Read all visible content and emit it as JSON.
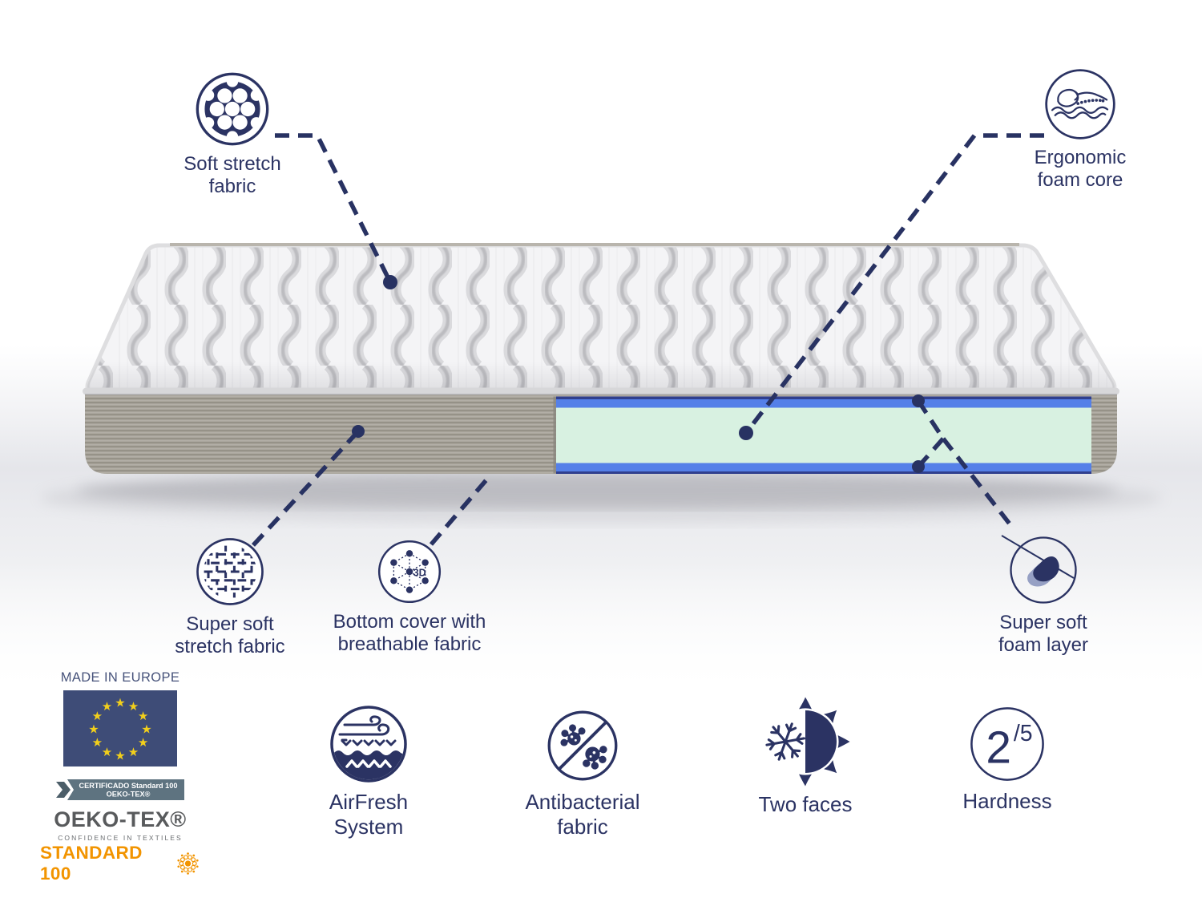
{
  "colors": {
    "navy": "#2b3363",
    "dash_navy": "#283262",
    "mint_core": "#d8f1e1",
    "blue_layer": "#5580e8",
    "blue_layer_dark": "#303f8e",
    "fabric_gray": "#aca89f",
    "fabric_rib": "#938f85",
    "quilt_white": "#f4f4f6",
    "quilt_groove": "#bcbcc0",
    "eu_flag_blue": "#3e4c77",
    "star_yellow": "#f2cf1b",
    "ribbon_slate": "#5e7380",
    "oeko_gray": "#585a5c",
    "oeko_orange": "#f29400",
    "hand_shadow": "#96a0c4"
  },
  "callouts": [
    {
      "id": "soft-stretch-fabric",
      "icon": "fabric-holes-icon",
      "line1": "Soft stretch",
      "line2": "fabric"
    },
    {
      "id": "ergonomic-foam-core",
      "icon": "ergonomic-sleeper-icon",
      "line1": "Ergonomic",
      "line2": "foam core"
    },
    {
      "id": "super-soft-stretch-fabric",
      "icon": "weave-icon",
      "line1": "Super soft",
      "line2": "stretch fabric"
    },
    {
      "id": "bottom-cover",
      "icon": "mesh-3d-icon",
      "icon_label": "3D",
      "line1": "Bottom cover with",
      "line2": "breathable fabric"
    },
    {
      "id": "super-soft-foam-layer",
      "icon": "hand-press-icon",
      "line1": "Super soft",
      "line2": "foam layer"
    }
  ],
  "features": [
    {
      "id": "airfresh",
      "icon": "airflow-icon",
      "line1": "AirFresh",
      "line2": "System"
    },
    {
      "id": "antibacterial",
      "icon": "no-bacteria-icon",
      "line1": "Antibacterial",
      "line2": "fabric"
    },
    {
      "id": "two-faces",
      "icon": "two-faces-icon",
      "line1": "Two faces",
      "line2": ""
    },
    {
      "id": "hardness",
      "icon": "hardness-icon",
      "line1": "Hardness",
      "line2": "",
      "value": "2",
      "scale": "/5"
    }
  ],
  "certifications": {
    "made_in": "MADE IN EUROPE",
    "ribbon_line1": "CERTIFICADO Standard 100",
    "ribbon_line2": "OEKO-TEX®",
    "brand": "OEKO-TEX®",
    "subtitle": "CONFIDENCE IN TEXTILES",
    "standard": "STANDARD 100"
  }
}
